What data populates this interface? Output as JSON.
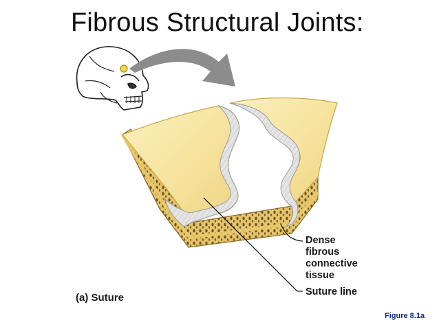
{
  "title": "Fibrous Structural Joints:",
  "labels": {
    "dense_line1": "Dense",
    "dense_line2": "fibrous",
    "dense_line3": "connective",
    "dense_line4": "tissue",
    "suture_line": "Suture line"
  },
  "caption": "(a) Suture",
  "figure_ref": "Figure 8.1a",
  "colors": {
    "bone_top": "#f6e6a0",
    "bone_edge": "#e8c964",
    "spongy": "#d9b25a",
    "tissue": "#d9d9d9",
    "arrow": "#8c8c8c",
    "figure_ref": "#0b2a8a"
  }
}
